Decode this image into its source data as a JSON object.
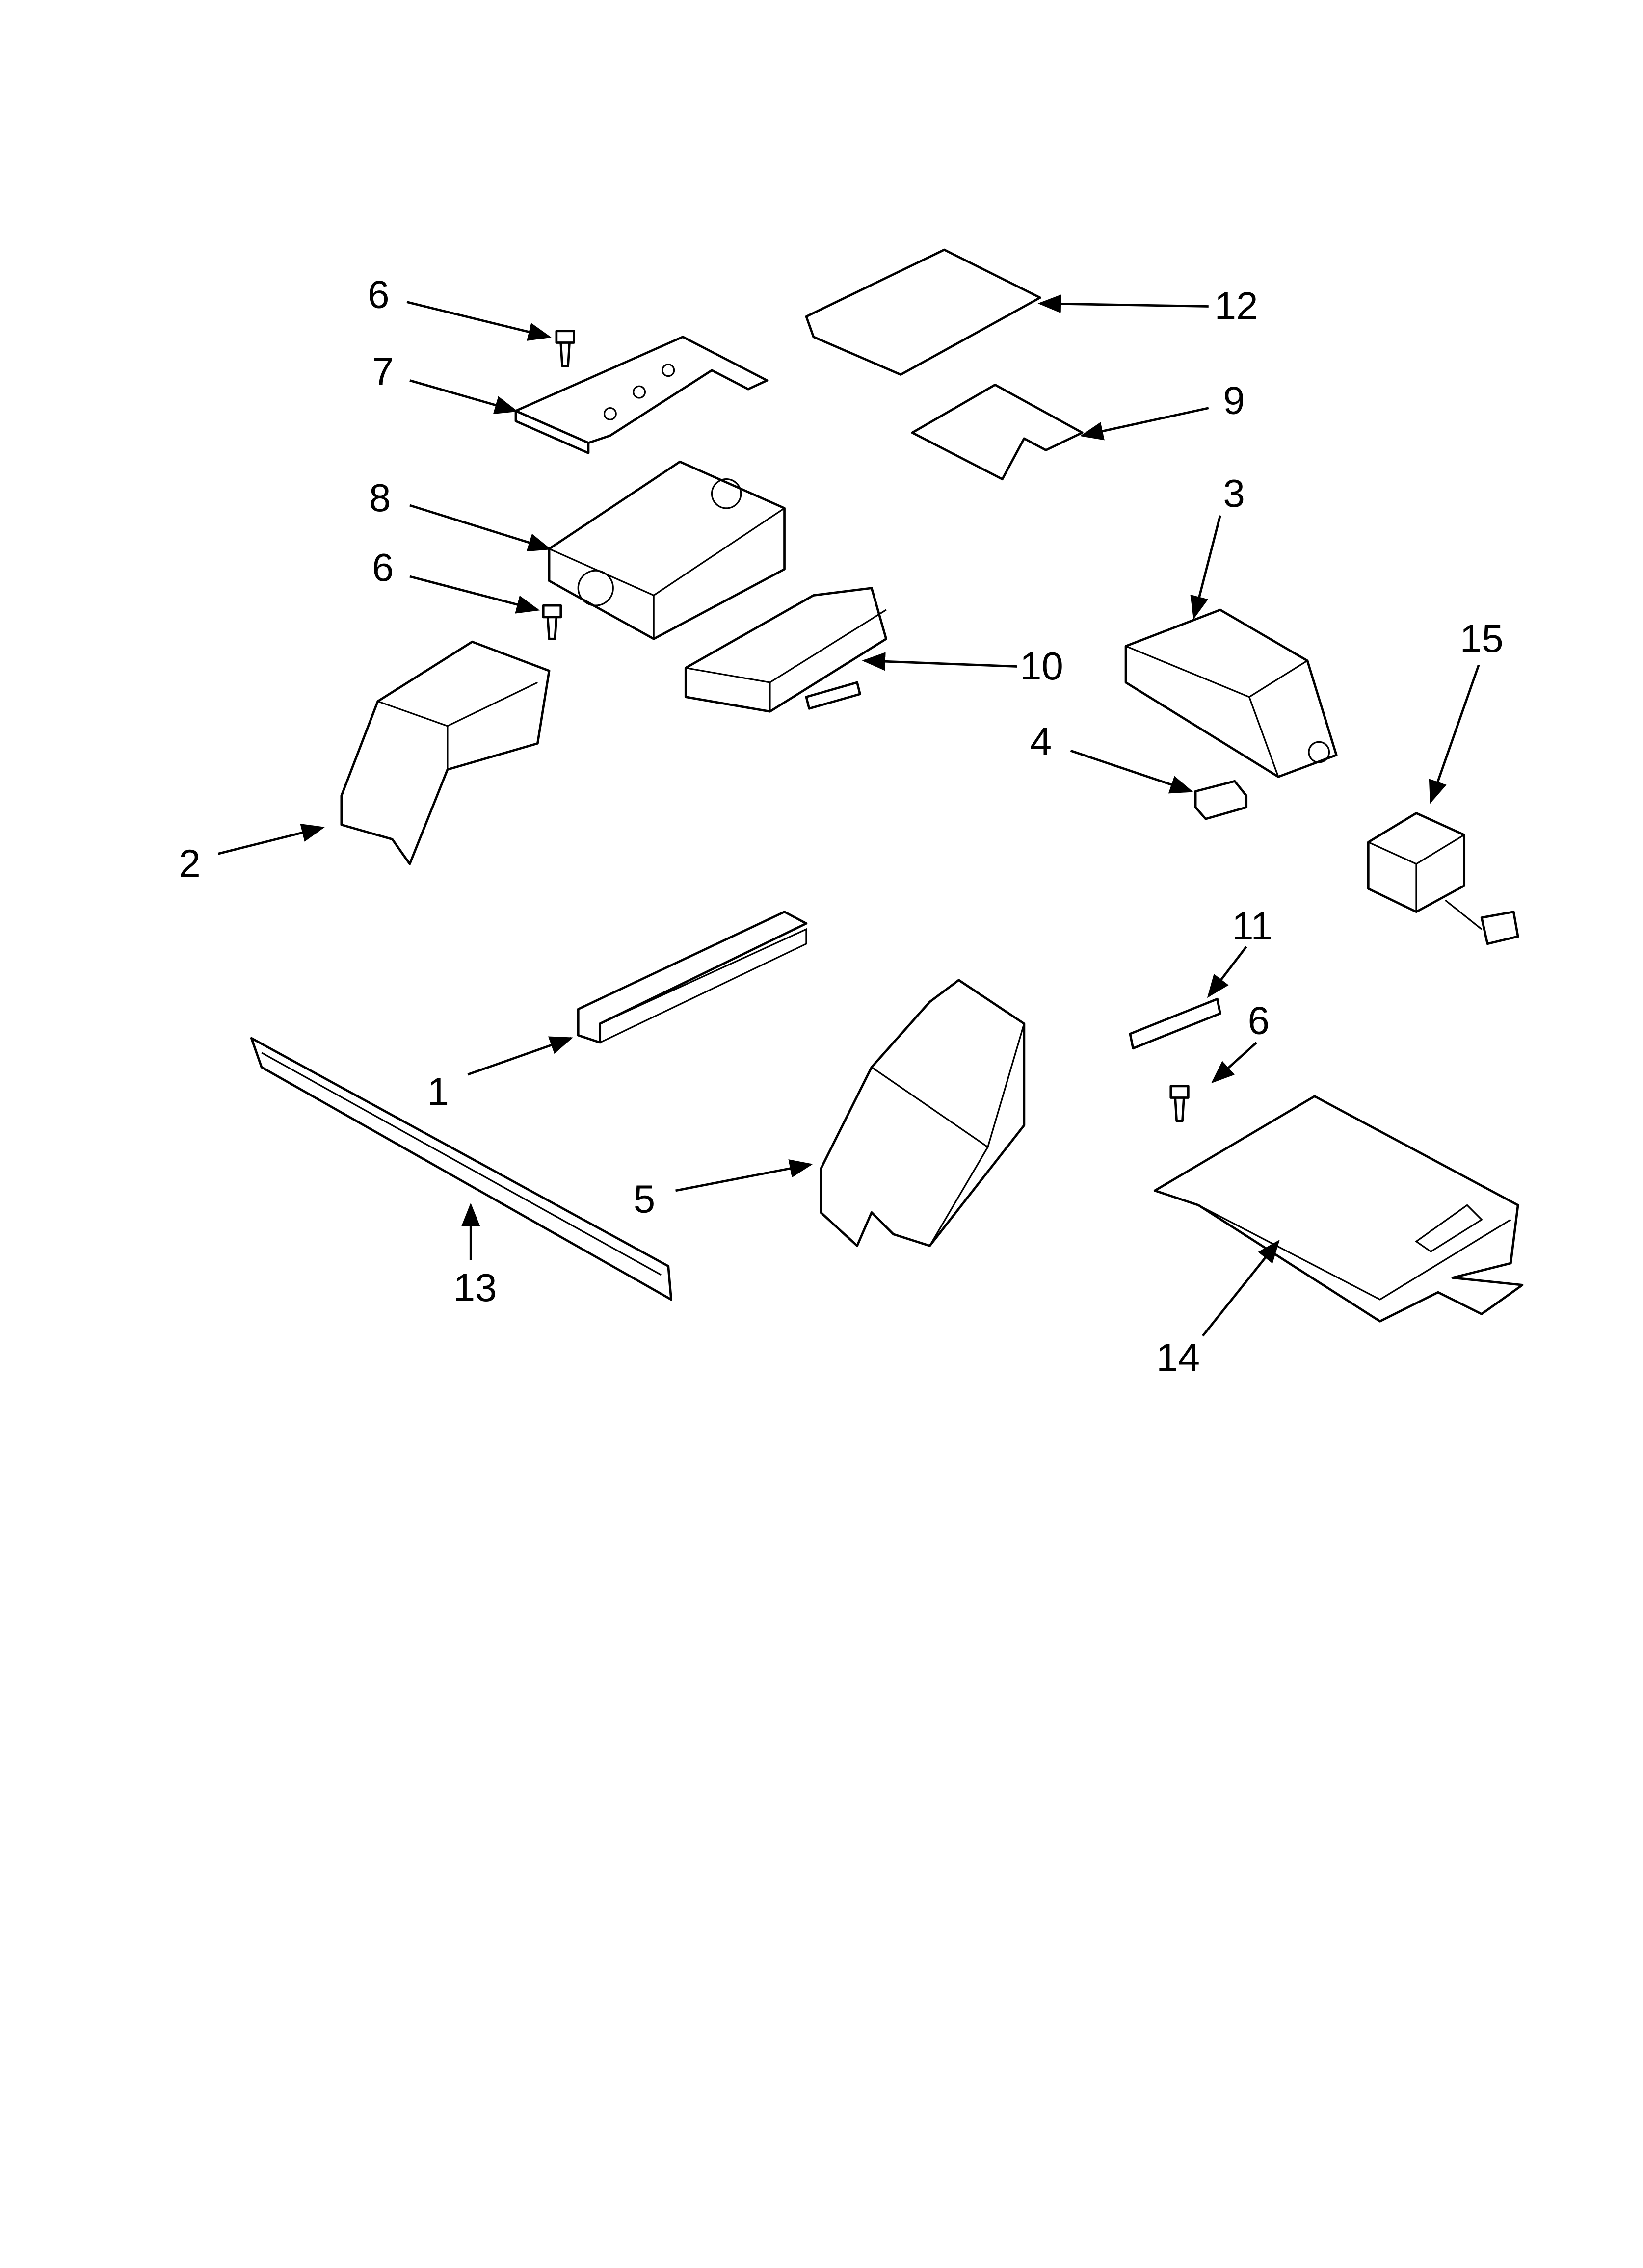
{
  "diagram": {
    "callouts": [
      {
        "id": "6a",
        "label": "6"
      },
      {
        "id": "7",
        "label": "7"
      },
      {
        "id": "8",
        "label": "8"
      },
      {
        "id": "6b",
        "label": "6"
      },
      {
        "id": "2",
        "label": "2"
      },
      {
        "id": "12",
        "label": "12"
      },
      {
        "id": "9",
        "label": "9"
      },
      {
        "id": "3",
        "label": "3"
      },
      {
        "id": "10",
        "label": "10"
      },
      {
        "id": "15",
        "label": "15"
      },
      {
        "id": "4",
        "label": "4"
      },
      {
        "id": "11",
        "label": "11"
      },
      {
        "id": "6c",
        "label": "6"
      },
      {
        "id": "1",
        "label": "1"
      },
      {
        "id": "5",
        "label": "5"
      },
      {
        "id": "13",
        "label": "13"
      },
      {
        "id": "14",
        "label": "14"
      }
    ]
  }
}
